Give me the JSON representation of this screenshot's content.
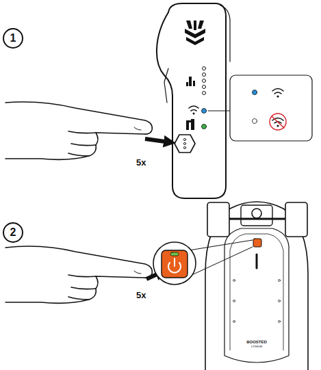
{
  "diagram": {
    "nodes": [
      {
        "text": [
          "1"
        ]
      },
      {
        "text": [
          "2"
        ]
      }
    ],
    "edges": [],
    "labels": [
      "5x",
      "5x",
      "BOOSTED",
      "LITHIUM"
    ]
  }
}
